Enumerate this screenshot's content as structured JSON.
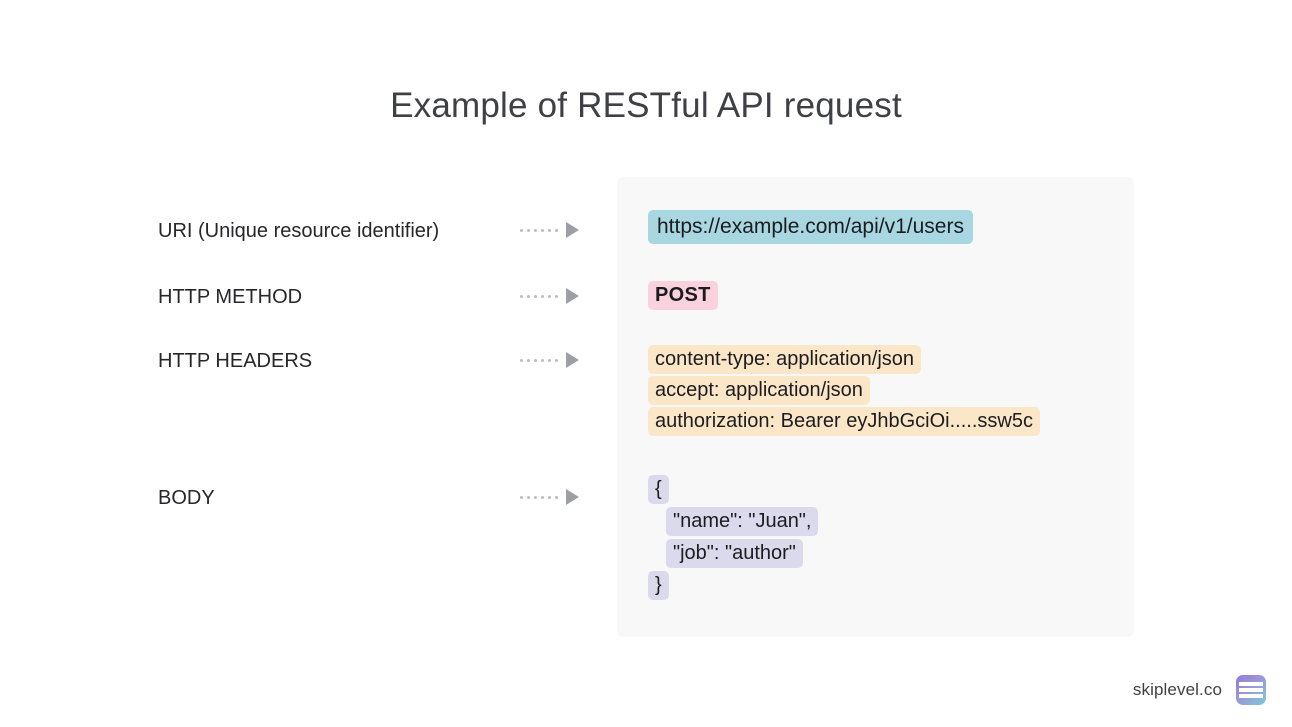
{
  "slide": {
    "title": "Example of RESTful API request"
  },
  "rows": [
    {
      "label": "URI (Unique resource identifier)",
      "connector_icon": "dotted-arrow-icon",
      "value_lines": [
        "https://example.com/api/v1/users"
      ],
      "highlight_color": "#a8d7e2",
      "highlight_name": "blue"
    },
    {
      "label": "HTTP METHOD",
      "connector_icon": "dotted-arrow-icon",
      "value_lines": [
        "POST"
      ],
      "highlight_color": "#fad2dd",
      "highlight_name": "pink"
    },
    {
      "label": "HTTP HEADERS",
      "connector_icon": "dotted-arrow-icon",
      "value_lines": [
        "content-type: application/json",
        "accept: application/json",
        "authorization: Bearer eyJhbGciOi.....ssw5c"
      ],
      "highlight_color": "#fbe7c7",
      "highlight_name": "amber"
    },
    {
      "label": "BODY",
      "connector_icon": "dotted-arrow-icon",
      "value_lines": [
        "{",
        "\"name\": \"Juan\",",
        "\"job\": \"author\"",
        "}"
      ],
      "highlight_color": "#dbd9ec",
      "highlight_name": "lavender"
    }
  ],
  "footer": {
    "site": "skiplevel.co",
    "logo_icon": "skiplevel-logo-icon"
  },
  "theme": {
    "panel_background": "#f8f8f9",
    "page_background": "#ffffff",
    "title_color": "#3f3f46",
    "label_color": "#27272a",
    "connector_dot_color": "#bcbcc2",
    "connector_arrow_color": "#9e9ea6"
  }
}
